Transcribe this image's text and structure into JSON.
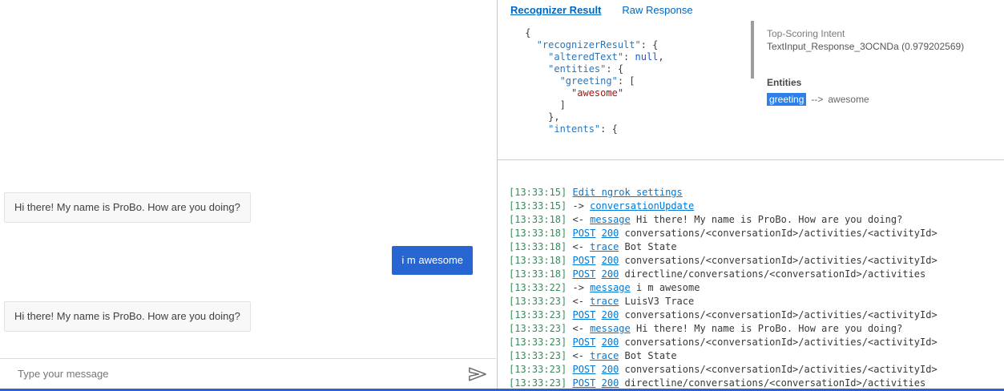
{
  "colors": {
    "accent_blue": "#0067c0",
    "bubble_blue": "#2766d2",
    "link_blue": "#0078d7",
    "time_green": "#3c8a5c",
    "json_key": "#2e75b6",
    "json_keyword": "#1e56cc",
    "json_string": "#a31515",
    "entity_highlight": "#2d80e8",
    "focus_border": "#2766d2"
  },
  "chat": {
    "messages": [
      {
        "sender": "bot",
        "text": "Hi there! My name is ProBo. How are you doing?"
      },
      {
        "sender": "user",
        "text": "i m awesome"
      },
      {
        "sender": "bot",
        "text": "Hi there! My name is ProBo. How are you doing?"
      }
    ],
    "input_placeholder": "Type your message",
    "send_icon": "paper-plane-icon"
  },
  "inspector": {
    "tabs": [
      {
        "label": "Recognizer Result",
        "active": true
      },
      {
        "label": "Raw Response",
        "active": false
      }
    ],
    "code_lines": [
      {
        "indent": 0,
        "tokens": [
          {
            "c": "p",
            "v": "{"
          }
        ]
      },
      {
        "indent": 1,
        "tokens": [
          {
            "c": "key",
            "v": "\"recognizerResult\""
          },
          {
            "c": "p",
            "v": ": {"
          }
        ]
      },
      {
        "indent": 2,
        "tokens": [
          {
            "c": "key",
            "v": "\"alteredText\""
          },
          {
            "c": "p",
            "v": ": "
          },
          {
            "c": "kw",
            "v": "null"
          },
          {
            "c": "p",
            "v": ","
          }
        ]
      },
      {
        "indent": 2,
        "tokens": [
          {
            "c": "key",
            "v": "\"entities\""
          },
          {
            "c": "p",
            "v": ": {"
          }
        ]
      },
      {
        "indent": 3,
        "tokens": [
          {
            "c": "key",
            "v": "\"greeting\""
          },
          {
            "c": "p",
            "v": ": ["
          }
        ]
      },
      {
        "indent": 4,
        "tokens": [
          {
            "c": "str",
            "v": "\"awesome\""
          }
        ]
      },
      {
        "indent": 3,
        "tokens": [
          {
            "c": "p",
            "v": "]"
          }
        ]
      },
      {
        "indent": 2,
        "tokens": [
          {
            "c": "p",
            "v": "},"
          }
        ]
      },
      {
        "indent": 2,
        "tokens": [
          {
            "c": "key",
            "v": "\"intents\""
          },
          {
            "c": "p",
            "v": ": {"
          }
        ]
      }
    ],
    "intent_panel": {
      "top_label": "Top-Scoring Intent",
      "top_value": "TextInput_Response_3OCNDa (0.979202569)",
      "entities_label": "Entities",
      "entity_name": "greeting",
      "entity_arrow": "-->",
      "entity_value": "awesome"
    }
  },
  "log": {
    "entries": [
      {
        "time": "[13:33:15]",
        "parts": [
          {
            "c": "link",
            "v": "Edit ngrok settings"
          }
        ]
      },
      {
        "time": "[13:33:15]",
        "parts": [
          {
            "c": "plain",
            "v": "->"
          },
          {
            "c": "link",
            "v": "conversationUpdate"
          }
        ]
      },
      {
        "time": "[13:33:18]",
        "parts": [
          {
            "c": "plain",
            "v": "<-"
          },
          {
            "c": "link",
            "v": "message"
          },
          {
            "c": "plain",
            "v": "Hi there! My name is ProBo. How are you doing?"
          }
        ]
      },
      {
        "time": "[13:33:18]",
        "parts": [
          {
            "c": "link",
            "v": "POST"
          },
          {
            "c": "link",
            "v": "200"
          },
          {
            "c": "plain",
            "v": "conversations/<conversationId>/activities/<activityId>"
          }
        ]
      },
      {
        "time": "[13:33:18]",
        "parts": [
          {
            "c": "plain",
            "v": "<-"
          },
          {
            "c": "link",
            "v": "trace"
          },
          {
            "c": "plain",
            "v": "Bot State"
          }
        ]
      },
      {
        "time": "[13:33:18]",
        "parts": [
          {
            "c": "link",
            "v": "POST"
          },
          {
            "c": "link",
            "v": "200"
          },
          {
            "c": "plain",
            "v": "conversations/<conversationId>/activities/<activityId>"
          }
        ]
      },
      {
        "time": "[13:33:18]",
        "parts": [
          {
            "c": "link",
            "v": "POST"
          },
          {
            "c": "link",
            "v": "200"
          },
          {
            "c": "plain",
            "v": "directline/conversations/<conversationId>/activities"
          }
        ]
      },
      {
        "time": "[13:33:22]",
        "parts": [
          {
            "c": "plain",
            "v": "->"
          },
          {
            "c": "link",
            "v": "message"
          },
          {
            "c": "plain",
            "v": "i m awesome"
          }
        ]
      },
      {
        "time": "[13:33:23]",
        "parts": [
          {
            "c": "plain",
            "v": "<-"
          },
          {
            "c": "link",
            "v": "trace"
          },
          {
            "c": "plain",
            "v": "LuisV3 Trace"
          }
        ]
      },
      {
        "time": "[13:33:23]",
        "parts": [
          {
            "c": "link",
            "v": "POST"
          },
          {
            "c": "link",
            "v": "200"
          },
          {
            "c": "plain",
            "v": "conversations/<conversationId>/activities/<activityId>"
          }
        ]
      },
      {
        "time": "[13:33:23]",
        "parts": [
          {
            "c": "plain",
            "v": "<-"
          },
          {
            "c": "link",
            "v": "message"
          },
          {
            "c": "plain",
            "v": "Hi there! My name is ProBo. How are you doing?"
          }
        ]
      },
      {
        "time": "[13:33:23]",
        "parts": [
          {
            "c": "link",
            "v": "POST"
          },
          {
            "c": "link",
            "v": "200"
          },
          {
            "c": "plain",
            "v": "conversations/<conversationId>/activities/<activityId>"
          }
        ]
      },
      {
        "time": "[13:33:23]",
        "parts": [
          {
            "c": "plain",
            "v": "<-"
          },
          {
            "c": "link",
            "v": "trace"
          },
          {
            "c": "plain",
            "v": "Bot State"
          }
        ]
      },
      {
        "time": "[13:33:23]",
        "parts": [
          {
            "c": "link",
            "v": "POST"
          },
          {
            "c": "link",
            "v": "200"
          },
          {
            "c": "plain",
            "v": "conversations/<conversationId>/activities/<activityId>"
          }
        ]
      },
      {
        "time": "[13:33:23]",
        "parts": [
          {
            "c": "link",
            "v": "POST"
          },
          {
            "c": "link",
            "v": "200"
          },
          {
            "c": "plain",
            "v": "directline/conversations/<conversationId>/activities"
          }
        ]
      }
    ]
  }
}
